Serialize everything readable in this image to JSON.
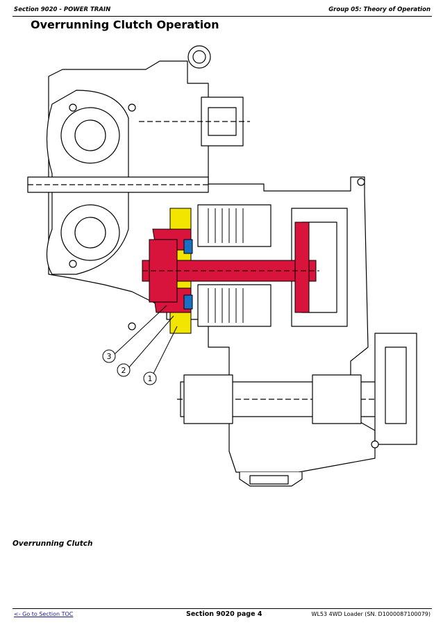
{
  "header": {
    "section": "Section 9020 - POWER TRAIN",
    "group": "Group 05: Theory of Operation"
  },
  "page_title": "Overrunning Clutch Operation",
  "figure": {
    "caption": "Overrunning Clutch",
    "callouts": [
      "3",
      "2",
      "1"
    ],
    "colors": {
      "highlight_red": "#d8143c",
      "highlight_yellow": "#f2e600",
      "line": "#000000",
      "fill": "#ffffff"
    }
  },
  "footer": {
    "toc_link": "<- Go to Section TOC",
    "page_label": "Section 9020 page 4",
    "model": "WL53 4WD Loader (SN. D1000087100079)"
  }
}
